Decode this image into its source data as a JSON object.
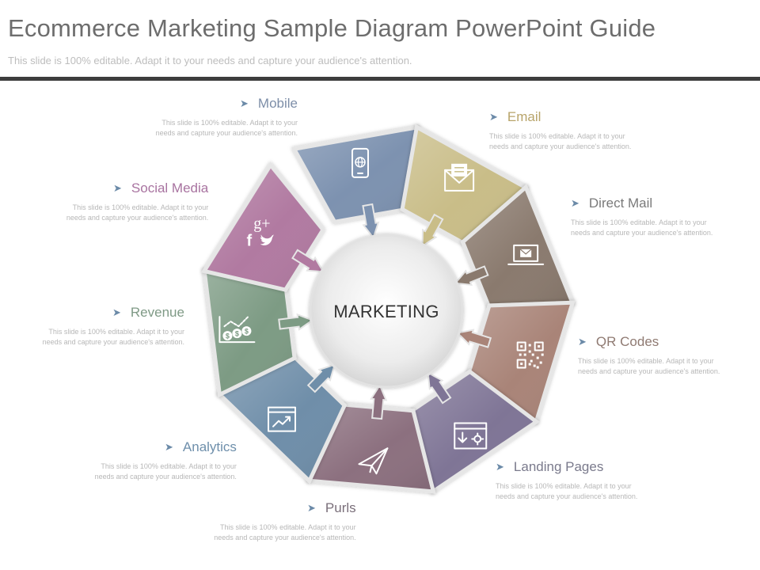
{
  "header": {
    "title": "Ecommerce Marketing Sample Diagram PowerPoint Guide",
    "subtitle": "This slide is 100% editable. Adapt it to your needs and capture your audience's attention."
  },
  "center": {
    "label": "MARKETING"
  },
  "desc_line1": "This slide is 100% editable. Adapt it to your",
  "desc_line2": "needs and capture your audience's attention.",
  "segments": [
    {
      "name": "Mobile",
      "color": "#7d92b0",
      "icon": "smartphone-globe-icon"
    },
    {
      "name": "Email",
      "color": "#c9bd88",
      "icon": "envelope-letter-icon"
    },
    {
      "name": "Direct Mail",
      "color": "#8a7a6e",
      "icon": "laptop-mail-icon"
    },
    {
      "name": "QR Codes",
      "color": "#a98478",
      "icon": "qr-code-icon"
    },
    {
      "name": "Landing Pages",
      "color": "#7f7596",
      "icon": "web-page-settings-icon"
    },
    {
      "name": "Purls",
      "color": "#8c707f",
      "icon": "paper-plane-icon"
    },
    {
      "name": "Analytics",
      "color": "#6f8ea9",
      "icon": "growth-chart-window-icon"
    },
    {
      "name": "Revenue",
      "color": "#7d9b84",
      "icon": "money-bags-chart-icon"
    },
    {
      "name": "Social Media",
      "color": "#b17aa1",
      "icon": "social-media-icon"
    }
  ],
  "social_glyphs": {
    "gplus": "g+",
    "facebook": "f"
  },
  "label_colors": {
    "Mobile": "#7d8ea8",
    "Email": "#b8a46a",
    "Direct Mail": "#7a7a7a",
    "QR Codes": "#8f7a72",
    "Landing Pages": "#7a7a8c",
    "Purls": "#7a6f7a",
    "Analytics": "#6e8fab",
    "Revenue": "#7f9a86",
    "Social Media": "#a873a0"
  }
}
